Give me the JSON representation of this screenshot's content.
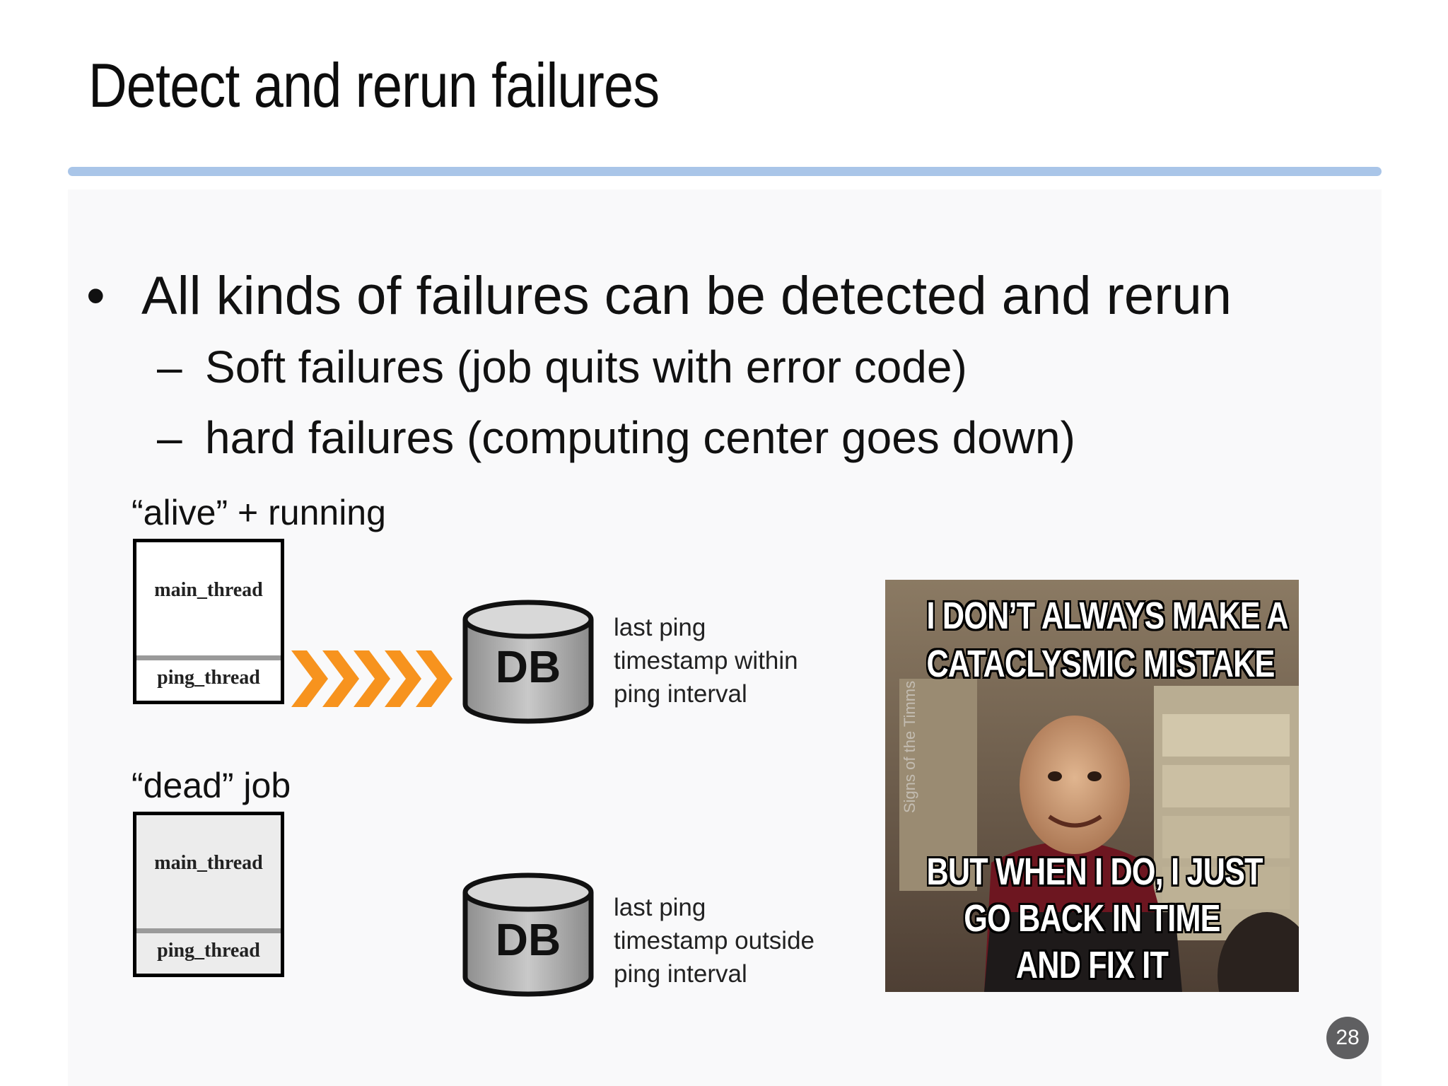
{
  "slide": {
    "title": "Detect and rerun failures",
    "bullet": "All kinds of failures can be detected and rerun",
    "bullet_marker": "•",
    "sub_marker": "–",
    "sub_bullets": [
      "Soft failures (job quits with error code)",
      "hard failures (computing center goes down)"
    ],
    "page_number": "28"
  },
  "diagram": {
    "alive": {
      "label": "“alive” + running",
      "main_thread": "main_thread",
      "ping_thread": "ping_thread",
      "db_label": "DB",
      "note_lines": [
        "last ping",
        "timestamp within",
        "ping interval"
      ]
    },
    "dead": {
      "label": "“dead” job",
      "main_thread": "main_thread",
      "ping_thread": "ping_thread",
      "db_label": "DB",
      "note_lines": [
        "last ping",
        "timestamp outside",
        "ping interval"
      ]
    },
    "arrow_color": "#f7931e"
  },
  "meme": {
    "top_lines": [
      "I DON’T ALWAYS MAKE A",
      "CATACLYSMIC MISTAKE"
    ],
    "bottom_lines": [
      "BUT WHEN I DO, I JUST",
      "GO BACK IN TIME",
      "AND FIX IT"
    ],
    "watermark": "Signs of the Timms"
  },
  "colors": {
    "title_rule": "#a9c5e8",
    "page_badge": "#5f5f61"
  }
}
